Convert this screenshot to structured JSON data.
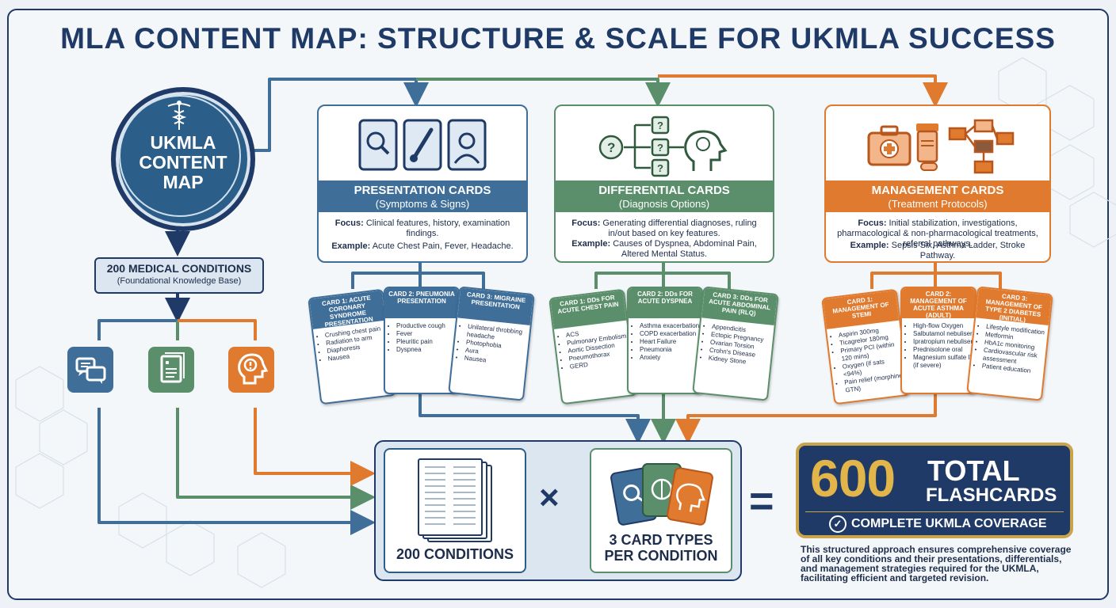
{
  "title": "MLA CONTENT MAP: STRUCTURE & SCALE FOR UKMLA SUCCESS",
  "hub": {
    "line1": "UKMLA",
    "line2": "CONTENT",
    "line3": "MAP",
    "icon": "caduceus-icon"
  },
  "conditions": {
    "title": "200 MEDICAL CONDITIONS",
    "subtitle": "(Foundational Knowledge Base)"
  },
  "colors": {
    "navy": "#1f3a66",
    "blue": "#3f6e99",
    "green": "#5b8f6b",
    "orange": "#e07a2e",
    "gold": "#c9a44a"
  },
  "sections": {
    "presentation": {
      "title": "PRESENTATION CARDS",
      "subtitle": "(Symptoms & Signs)",
      "focus_label": "Focus:",
      "focus_text": "Clinical features, history, examination findings.",
      "example_label": "Example:",
      "example_text": "Acute Chest Pain, Fever, Headache.",
      "cards": [
        {
          "title": "CARD 1: ACUTE CORONARY SYNDROME PRESENTATION",
          "items": [
            "Crushing chest pain",
            "Radiation to arm",
            "Diaphoresis",
            "Nausea"
          ]
        },
        {
          "title": "CARD 2: PNEUMONIA PRESENTATION",
          "items": [
            "Productive cough",
            "Fever",
            "Pleuritic pain",
            "Dyspnea"
          ]
        },
        {
          "title": "CARD 3: MIGRAINE PRESENTATION",
          "items": [
            "Unilateral throbbing headache",
            "Photophobia",
            "Aura",
            "Nausea"
          ]
        }
      ]
    },
    "differential": {
      "title": "DIFFERENTIAL CARDS",
      "subtitle": "(Diagnosis Options)",
      "focus_label": "Focus:",
      "focus_text": "Generating differential diagnoses, ruling in/out based on key features.",
      "example_label": "Example:",
      "example_text": "Causes of Dyspnea, Abdominal Pain, Altered Mental Status.",
      "cards": [
        {
          "title": "CARD 1: DDs FOR ACUTE CHEST PAIN",
          "items": [
            "ACS",
            "Pulmonary Embolism",
            "Aortic Dissection",
            "Pneumothorax",
            "GERD"
          ]
        },
        {
          "title": "CARD 2: DDs FOR ACUTE DYSPNEA",
          "items": [
            "Asthma exacerbation",
            "COPD exacerbation",
            "Heart Failure",
            "Pneumonia",
            "Anxiety"
          ]
        },
        {
          "title": "CARD 3: DDs FOR ACUTE ABDOMINAL PAIN (RLQ)",
          "items": [
            "Appendicitis",
            "Ectopic Pregnancy",
            "Ovarian Torsion",
            "Crohn's Disease",
            "Kidney Stone"
          ]
        }
      ]
    },
    "management": {
      "title": "MANAGEMENT CARDS",
      "subtitle": "(Treatment Protocols)",
      "focus_label": "Focus:",
      "focus_text": "Initial stabilization, investigations, pharmacological & non-pharmacological treatments, referral pathways.",
      "example_label": "Example:",
      "example_text": "Sepsis Six, Asthma Ladder, Stroke Pathway.",
      "cards": [
        {
          "title": "CARD 1: MANAGEMENT OF STEMI",
          "items": [
            "Aspirin 300mg",
            "Ticagrelor 180mg",
            "Primary PCI (within 120 mins)",
            "Oxygen (if sats <94%)",
            "Pain relief (morphine, GTN)"
          ]
        },
        {
          "title": "CARD 2: MANAGEMENT OF ACUTE ASTHMA (ADULT)",
          "items": [
            "High-flow Oxygen",
            "Salbutamol nebuliser",
            "Ipratropium nebuliser",
            "Prednisolone oral",
            "Magnesium sulfate IV (if severe)"
          ]
        },
        {
          "title": "CARD 3: MANAGEMENT OF TYPE 2 DIABETES (INITIAL)",
          "items": [
            "Lifestyle modification",
            "Metformin",
            "HbA1c monitoring",
            "Cardiovascular risk assessment",
            "Patient education"
          ]
        }
      ]
    }
  },
  "equation": {
    "left_label": "200 CONDITIONS",
    "times": "×",
    "right_label_1": "3 CARD TYPES",
    "right_label_2": "PER CONDITION",
    "equals": "="
  },
  "total": {
    "number": "600",
    "word1": "TOTAL",
    "word2": "FLASHCARDS",
    "check": "✓",
    "subtitle": "COMPLETE UKMLA COVERAGE",
    "description": "This structured approach ensures comprehensive coverage of all key conditions and their presentations, differentials, and management strategies required for the UKMLA, facilitating efficient and targeted revision."
  },
  "icons": [
    "chat-bubbles-icon",
    "document-list-icon",
    "head-alert-icon",
    "magnifier-icon",
    "thermometer-icon",
    "patient-icon",
    "flowchart-icon",
    "brain-head-icon",
    "first-aid-kit-icon",
    "pill-bottle-icon",
    "treatment-flow-icon"
  ]
}
